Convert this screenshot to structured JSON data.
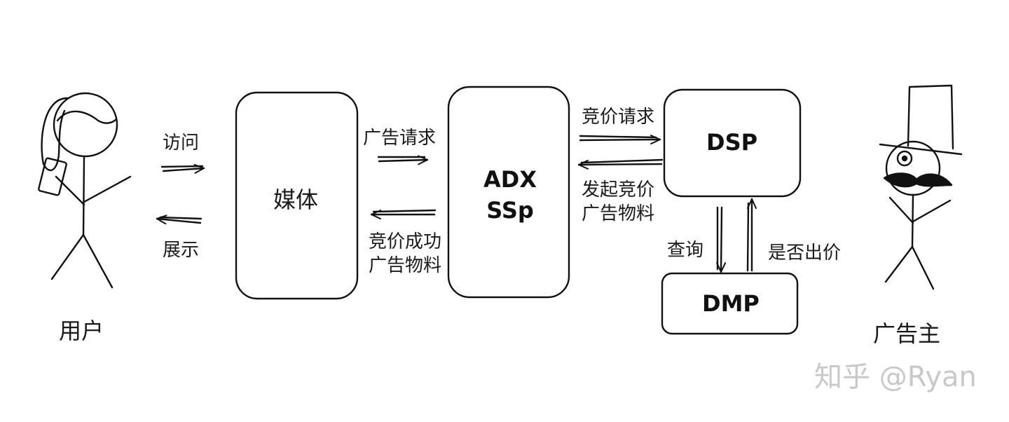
{
  "actors": {
    "user_label": "用户",
    "advertiser_label": "广告主"
  },
  "nodes": {
    "media": "媒体",
    "adx_line1": "ADX",
    "adx_line2": "SSp",
    "dsp": "DSP",
    "dmp": "DMP"
  },
  "edges": {
    "visit": "访问",
    "display": "展示",
    "ad_request": "广告请求",
    "bid_success_line1": "竞价成功",
    "bid_success_line2": "广告物料",
    "bid_request": "竞价请求",
    "initiate_bid_line1": "发起竞价",
    "initiate_bid_line2": "广告物料",
    "query": "查询",
    "whether_bid": "是否出价"
  },
  "watermark": "知乎 @Ryan",
  "colors": {
    "stroke": "#111111",
    "watermark": "#c8c8c8",
    "background": "#ffffff"
  }
}
